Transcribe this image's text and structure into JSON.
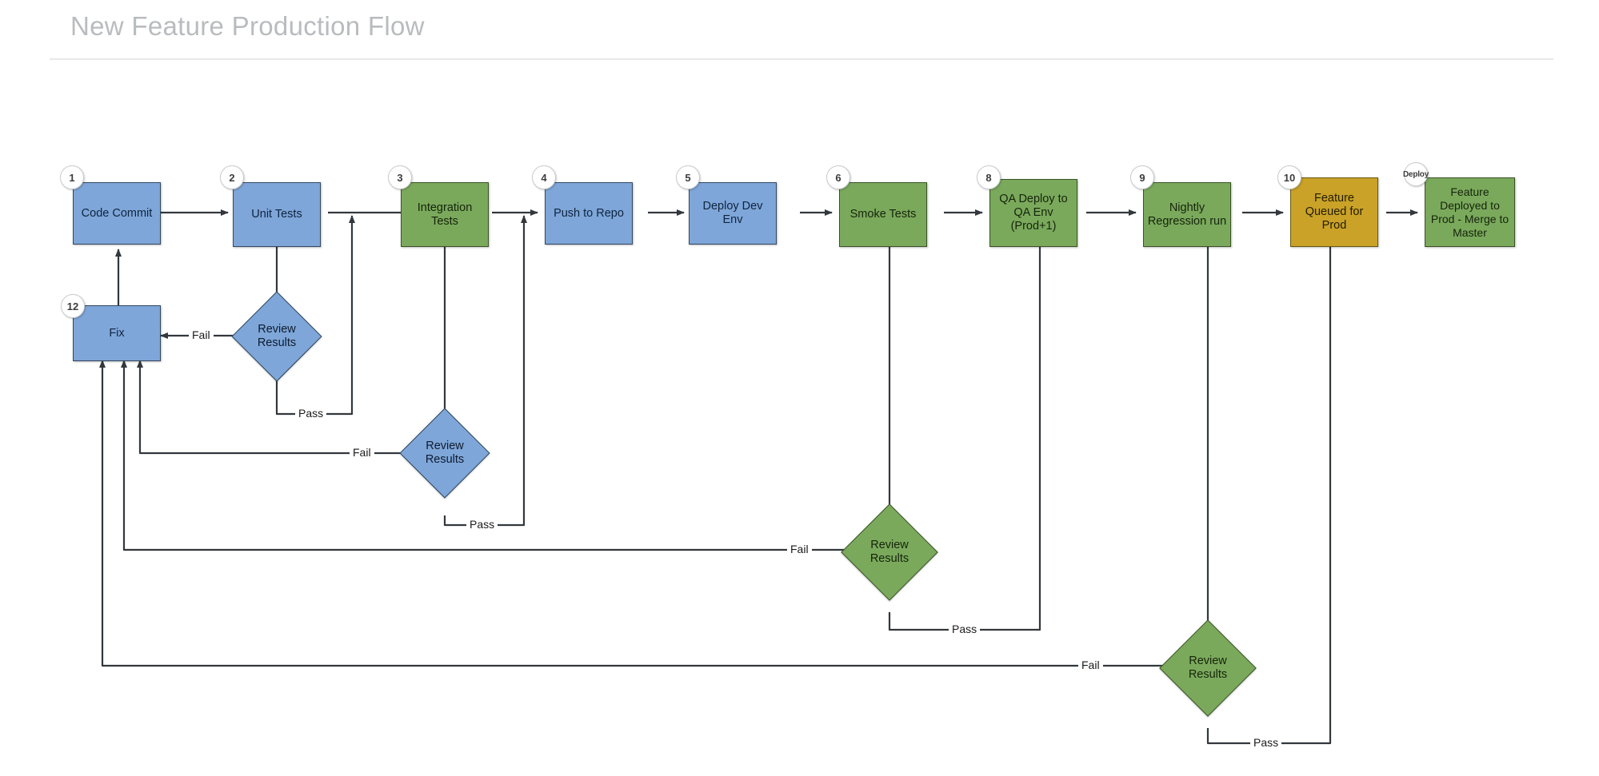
{
  "page": {
    "title": "New Feature Production Flow"
  },
  "chart_data": {
    "type": "diagram",
    "title": "New Feature Production Flow",
    "nodes": [
      {
        "id": "code-commit",
        "badge": "1",
        "label": "Code Commit",
        "color": "#7ea6d9",
        "shape": "rect"
      },
      {
        "id": "unit-tests",
        "badge": "2",
        "label": "Unit Tests",
        "color": "#7ea6d9",
        "shape": "rect"
      },
      {
        "id": "integration-tests",
        "badge": "3",
        "label": "Integration Tests",
        "color": "#7aa95c",
        "shape": "rect"
      },
      {
        "id": "push-to-repo",
        "badge": "4",
        "label": "Push to Repo",
        "color": "#7ea6d9",
        "shape": "rect"
      },
      {
        "id": "deploy-dev-env",
        "badge": "5",
        "label": "Deploy Dev Env",
        "color": "#7ea6d9",
        "shape": "rect"
      },
      {
        "id": "smoke-tests",
        "badge": "6",
        "label": "Smoke Tests",
        "color": "#7aa95c",
        "shape": "rect"
      },
      {
        "id": "qa-deploy",
        "badge": "8",
        "label": "QA Deploy to QA Env (Prod+1)",
        "color": "#7aa95c",
        "shape": "rect"
      },
      {
        "id": "nightly-regression",
        "badge": "9",
        "label": "Nightly Regression run",
        "color": "#7aa95c",
        "shape": "rect"
      },
      {
        "id": "feature-queued",
        "badge": "10",
        "label": "Feature Queued for Prod",
        "color": "#c9a227",
        "shape": "rect"
      },
      {
        "id": "feature-deployed",
        "badge": "Deploy",
        "label": "Feature Deployed to Prod - Merge to Master",
        "color": "#7aa95c",
        "shape": "rect"
      },
      {
        "id": "fix",
        "badge": "12",
        "label": "Fix",
        "color": "#7ea6d9",
        "shape": "rect"
      },
      {
        "id": "review-unit",
        "badge": "",
        "label": "Review Results",
        "color": "#7ea6d9",
        "shape": "diamond"
      },
      {
        "id": "review-integration",
        "badge": "",
        "label": "Review Results",
        "color": "#7ea6d9",
        "shape": "diamond"
      },
      {
        "id": "review-smoke",
        "badge": "",
        "label": "Review Results",
        "color": "#7aa95c",
        "shape": "diamond"
      },
      {
        "id": "review-nightly",
        "badge": "",
        "label": "Review Results",
        "color": "#7aa95c",
        "shape": "diamond"
      }
    ],
    "edges": [
      {
        "from": "code-commit",
        "to": "unit-tests",
        "label": ""
      },
      {
        "from": "unit-tests",
        "to": "integration-tests",
        "label": ""
      },
      {
        "from": "integration-tests",
        "to": "push-to-repo",
        "label": ""
      },
      {
        "from": "push-to-repo",
        "to": "deploy-dev-env",
        "label": ""
      },
      {
        "from": "deploy-dev-env",
        "to": "smoke-tests",
        "label": ""
      },
      {
        "from": "smoke-tests",
        "to": "qa-deploy",
        "label": ""
      },
      {
        "from": "qa-deploy",
        "to": "nightly-regression",
        "label": ""
      },
      {
        "from": "nightly-regression",
        "to": "feature-queued",
        "label": ""
      },
      {
        "from": "feature-queued",
        "to": "feature-deployed",
        "label": ""
      },
      {
        "from": "unit-tests",
        "to": "review-unit",
        "label": ""
      },
      {
        "from": "review-unit",
        "to": "fix",
        "label": "Fail"
      },
      {
        "from": "review-unit",
        "to": "integration-tests",
        "label": "Pass"
      },
      {
        "from": "integration-tests",
        "to": "review-integration",
        "label": ""
      },
      {
        "from": "review-integration",
        "to": "fix",
        "label": "Fail"
      },
      {
        "from": "review-integration",
        "to": "push-to-repo",
        "label": "Pass"
      },
      {
        "from": "smoke-tests",
        "to": "review-smoke",
        "label": ""
      },
      {
        "from": "review-smoke",
        "to": "fix",
        "label": "Fail"
      },
      {
        "from": "review-smoke",
        "to": "qa-deploy",
        "label": "Pass"
      },
      {
        "from": "nightly-regression",
        "to": "review-nightly",
        "label": ""
      },
      {
        "from": "review-nightly",
        "to": "fix",
        "label": "Fail"
      },
      {
        "from": "review-nightly",
        "to": "feature-queued",
        "label": "Pass"
      },
      {
        "from": "fix",
        "to": "code-commit",
        "label": ""
      }
    ],
    "edge_labels": [
      "Fail",
      "Pass",
      "Fail",
      "Pass",
      "Fail",
      "Pass",
      "Fail",
      "Pass"
    ],
    "legend": []
  },
  "nodes": {
    "code_commit": {
      "badge": "1",
      "label": "Code Commit"
    },
    "unit_tests": {
      "badge": "2",
      "label": "Unit Tests"
    },
    "integration_tests": {
      "badge": "3",
      "label": "Integration Tests"
    },
    "push_to_repo": {
      "badge": "4",
      "label": "Push to Repo"
    },
    "deploy_dev_env": {
      "badge": "5",
      "label": "Deploy Dev Env"
    },
    "smoke_tests": {
      "badge": "6",
      "label": "Smoke Tests"
    },
    "qa_deploy": {
      "badge": "8",
      "label": "QA Deploy to QA Env (Prod+1)"
    },
    "nightly_regression": {
      "badge": "9",
      "label": "Nightly Regression run"
    },
    "feature_queued": {
      "badge": "10",
      "label": "Feature Queued for Prod"
    },
    "feature_deployed": {
      "badge": "Deploy",
      "label": "Feature Deployed to Prod - Merge to Master"
    },
    "fix": {
      "badge": "12",
      "label": "Fix"
    },
    "review_unit": {
      "label": "Review Results"
    },
    "review_integration": {
      "label": "Review Results"
    },
    "review_smoke": {
      "label": "Review Results"
    },
    "review_nightly": {
      "label": "Review Results"
    }
  },
  "labels": {
    "fail_unit": "Fail",
    "pass_unit": "Pass",
    "fail_integration": "Fail",
    "pass_integration": "Pass",
    "fail_smoke": "Fail",
    "pass_smoke": "Pass",
    "fail_nightly": "Fail",
    "pass_nightly": "Pass"
  }
}
